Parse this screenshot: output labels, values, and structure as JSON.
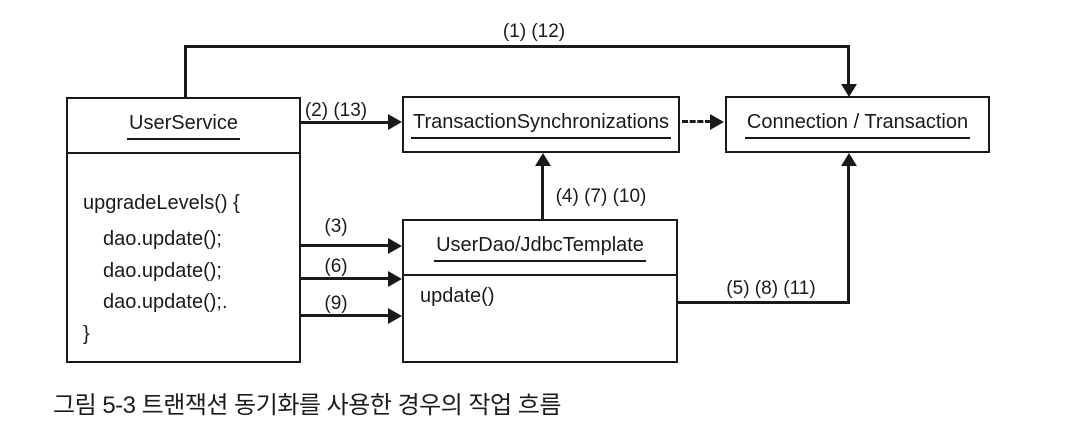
{
  "figure": {
    "caption": "그림 5-3 트랜잭션 동기화를 사용한 경우의 작업 흐름"
  },
  "boxes": {
    "user_service": {
      "title": "UserService",
      "code_lines": [
        "upgradeLevels() {",
        "dao.update();",
        "dao.update();",
        "dao.update();.",
        "}"
      ]
    },
    "transaction_synchronizations": {
      "title": "TransactionSynchronizations"
    },
    "connection_transaction": {
      "title": "Connection / Transaction"
    },
    "user_dao": {
      "title": "UserDao/JdbcTemplate",
      "method_label": "update()"
    }
  },
  "arrow_labels": {
    "service_to_connection": "(1) (12)",
    "service_to_sync": "(2) (13)",
    "dao_call_1": "(3)",
    "dao_call_2": "(6)",
    "dao_call_3": "(9)",
    "dao_to_sync": "(4) (7) (10)",
    "dao_to_connection": "(5) (8) (11)"
  },
  "colors": {
    "background": "#ffffff",
    "line": "#1a1a1a",
    "text": "#1a1a1a"
  }
}
